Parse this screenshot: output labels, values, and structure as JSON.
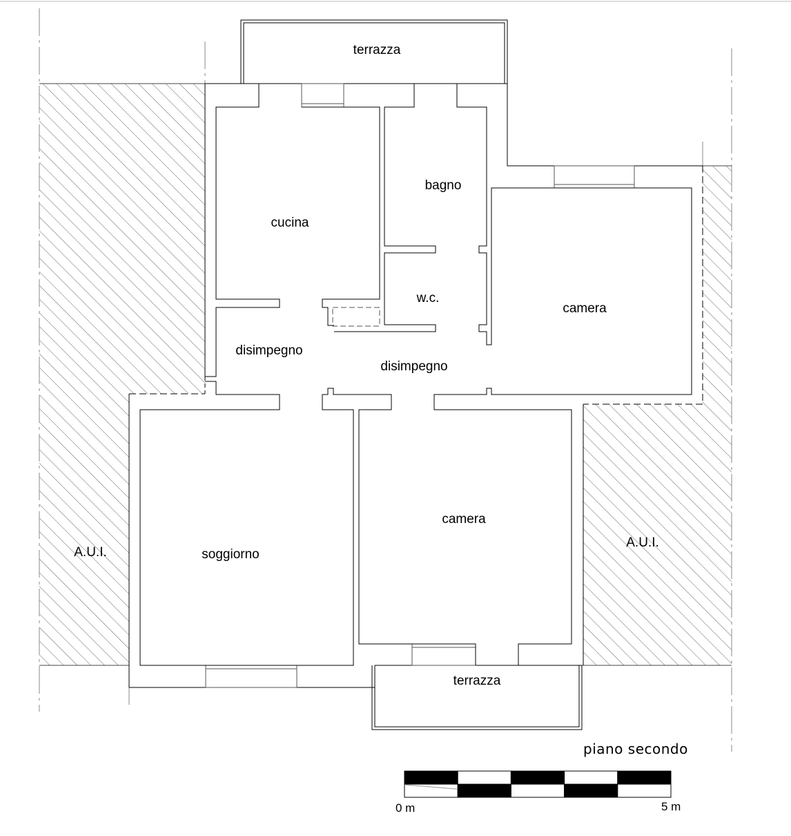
{
  "plan": {
    "title": "piano secondo",
    "rooms": {
      "terrazza_top": "terrazza",
      "cucina": "cucina",
      "bagno": "bagno",
      "wc": "w.c.",
      "camera_right": "camera",
      "disimpegno_left": "disimpegno",
      "disimpegno_center": "disimpegno",
      "soggiorno": "soggiorno",
      "camera_bottom": "camera",
      "terrazza_bottom": "terrazza",
      "aui_left": "A.U.I.",
      "aui_right": "A.U.I."
    },
    "scale_bar": {
      "start_label": "0 m",
      "end_label": "5 m",
      "length_m": 5,
      "segments": 5
    }
  },
  "colors": {
    "line": "#000000",
    "hatch": "#555555"
  }
}
